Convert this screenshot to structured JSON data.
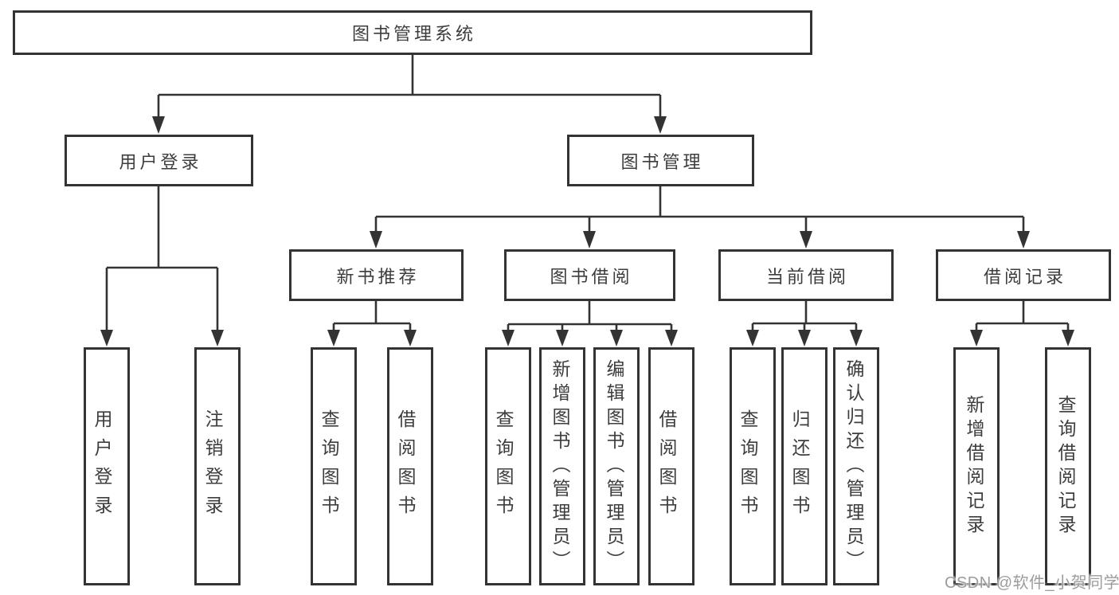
{
  "diagram": {
    "root": {
      "label": "图书管理系统"
    },
    "level2": [
      {
        "label": "用户登录"
      },
      {
        "label": "图书管理"
      }
    ],
    "level3": [
      {
        "label": "新书推荐"
      },
      {
        "label": "图书借阅"
      },
      {
        "label": "当前借阅"
      },
      {
        "label": "借阅记录"
      }
    ],
    "leaves": {
      "user_login": [
        {
          "label": "用户登录"
        },
        {
          "label": "注销登录"
        }
      ],
      "new_book": [
        {
          "label": "查询图书"
        },
        {
          "label": "借阅图书"
        }
      ],
      "book_borrow": [
        {
          "label": "查询图书"
        },
        {
          "label": "新增图书（管理员）"
        },
        {
          "label": "编辑图书（管理员）"
        },
        {
          "label": "借阅图书"
        }
      ],
      "current_borrow": [
        {
          "label": "查询图书"
        },
        {
          "label": "归还图书"
        },
        {
          "label": "确认归还（管理员）"
        }
      ],
      "borrow_records": [
        {
          "label": "新增借阅记录"
        },
        {
          "label": "查询借阅记录"
        }
      ]
    }
  },
  "watermark": {
    "text": "CSDN @软件_小贺同学"
  },
  "colors": {
    "line": "#333333",
    "box_border": "#333333",
    "text": "#3d3d3d",
    "watermark": "#9c9c9c",
    "background": "#ffffff"
  }
}
